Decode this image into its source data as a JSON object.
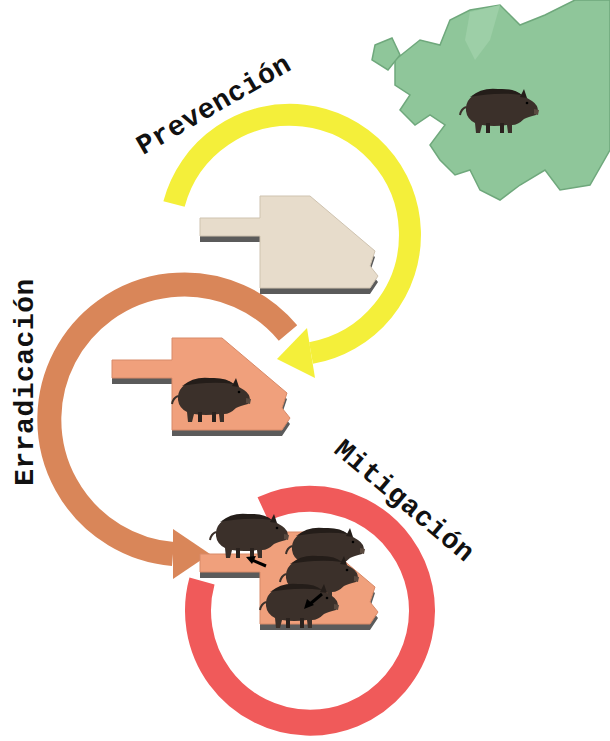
{
  "diagram": {
    "labels": [
      "Prevención",
      "Erradicación",
      "Mitigación"
    ]
  }
}
